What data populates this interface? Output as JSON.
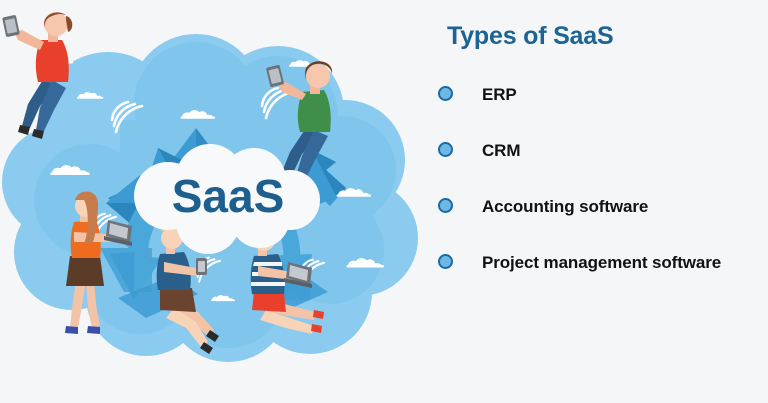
{
  "page": {
    "background_color": "#f5f6f8"
  },
  "illustration": {
    "name": "saas-cloud-illustration",
    "center_label": "SaaS",
    "colors": {
      "cloud_fill": "#7ec4ea",
      "cloud_fill_light": "#8fcdef",
      "center_cloud": "#f8f9fa",
      "center_text": "#1d5f8f",
      "arrow_light": "#4aa7da",
      "arrow_dark": "#2b86bd",
      "arrow_darker": "#1f6fa3",
      "mini_cloud": "#ffffff"
    },
    "figures": [
      {
        "name": "person-red-shirt-tablet",
        "shirt_color": "#e8402a",
        "pants_color": "#2f5d8a",
        "hair_color": "#8a4b2a",
        "device": "tablet"
      },
      {
        "name": "person-green-shirt-tablet",
        "shirt_color": "#3f8f4a",
        "pants_color": "#2f5d8a",
        "hair_color": "#6b3f22",
        "device": "tablet"
      },
      {
        "name": "person-orange-top-laptop",
        "shirt_color": "#ee6b1f",
        "pants_color": "#5a3c28",
        "hair_color": "#c77a4a",
        "device": "laptop"
      },
      {
        "name": "person-navy-shirt-phone",
        "shirt_color": "#2a5f8c",
        "pants_color": "#6b4430",
        "hair_color": "#e6d28a",
        "device": "phone"
      },
      {
        "name": "person-striped-shirt-laptop",
        "shirt_color": "#2a5f8c",
        "pants_color": "#e8402a",
        "hair_color": "#e0c06a",
        "device": "laptop"
      }
    ]
  },
  "panel": {
    "title": "Types of SaaS",
    "title_color": "#1d6394",
    "bullet_fill": "#6cb8e8",
    "bullet_stroke": "#1f6a9d",
    "items": [
      {
        "label": "ERP"
      },
      {
        "label": "CRM"
      },
      {
        "label": "Accounting software"
      },
      {
        "label": "Project management software"
      }
    ]
  }
}
